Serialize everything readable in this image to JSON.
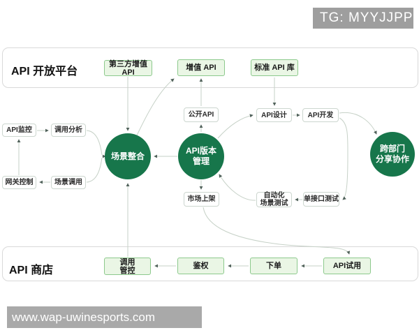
{
  "badge": {
    "text": "TG: MYYJJPP"
  },
  "watermark": {
    "text": "www.wap-uwinesports.com"
  },
  "sections": {
    "platform": {
      "title": "API 开放平台"
    },
    "store": {
      "title": "API 商店"
    }
  },
  "nodes": {
    "third_party": "第三方增值 API",
    "value_added": "增值 API",
    "standard_lib": "标准 API 库",
    "api_monitor": "API监控",
    "call_analysis": "调用分析",
    "gateway_control": "网关控制",
    "scene_call": "场景调用",
    "scene_integration": "场景整合",
    "public_api": "公开API",
    "api_version": "API版本\n管理",
    "api_design": "API设计",
    "api_dev": "API开发",
    "cross_dept": "跨部门\n分享协作",
    "market_listing": "市场上架",
    "auto_scene_test": "自动化\n场景测试",
    "single_api_test": "单接口测试",
    "call_control": "调用\n管控",
    "auth": "鉴权",
    "order": "下单",
    "api_trial": "API试用"
  },
  "edges": [
    {
      "from": "gateway_control",
      "to": "api_monitor"
    },
    {
      "from": "api_monitor",
      "to": "call_analysis"
    },
    {
      "from": "scene_call",
      "to": "gateway_control"
    },
    {
      "from": "call_analysis",
      "to": "scene_integration"
    },
    {
      "from": "scene_call",
      "to": "scene_integration"
    },
    {
      "from": "third_party",
      "to": "scene_integration"
    },
    {
      "from": "scene_integration",
      "to": "value_added"
    },
    {
      "from": "api_version",
      "to": "scene_integration"
    },
    {
      "from": "api_version",
      "to": "public_api"
    },
    {
      "from": "public_api",
      "to": "value_added"
    },
    {
      "from": "standard_lib",
      "to": "api_design"
    },
    {
      "from": "api_version",
      "to": "api_design"
    },
    {
      "from": "api_design",
      "to": "api_dev"
    },
    {
      "from": "api_dev",
      "to": "cross_dept"
    },
    {
      "from": "api_dev",
      "to": "single_api_test"
    },
    {
      "from": "single_api_test",
      "to": "auto_scene_test"
    },
    {
      "from": "auto_scene_test",
      "to": "api_version"
    },
    {
      "from": "api_version",
      "to": "market_listing"
    },
    {
      "from": "market_listing",
      "to": "api_trial"
    },
    {
      "from": "api_trial",
      "to": "order"
    },
    {
      "from": "order",
      "to": "auth"
    },
    {
      "from": "auth",
      "to": "call_control"
    },
    {
      "from": "call_control",
      "to": "scene_integration"
    }
  ],
  "colors": {
    "accent_green": "#17764b",
    "box_green_fill": "#eaf6e5",
    "box_green_border": "#8cc98c",
    "white_box_border": "#ccd6cf",
    "connector": "#c6d1c7",
    "arrowhead": "#50615a",
    "section_border": "#d9d9d9",
    "badge_bg": "#9e9e9e",
    "watermark_bg": "#a9a9a9"
  }
}
